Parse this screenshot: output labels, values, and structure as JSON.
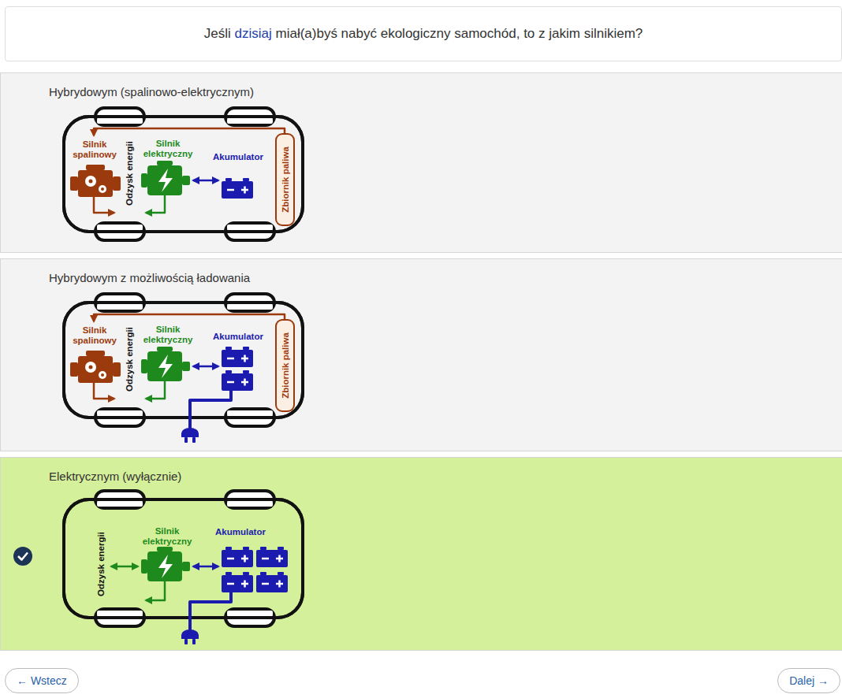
{
  "diagram": {
    "nodes": [
      {
        "text": [
          "Jeśli",
          "dzisiaj",
          "miał(a)byś nabyć ekologiczny samochód, to z jakim silnikiem?"
        ]
      },
      {
        "text": [
          "Hybrydowym (spalinowo-elektrycznym)"
        ]
      },
      {
        "text": [
          "Zbiornik paliwa"
        ],
        "in": 1
      },
      {
        "text": [
          "Hybrydowym z możliwością ładowania"
        ]
      },
      {
        "text": [
          "Zbiornik paliwa"
        ],
        "in": 3
      },
      {
        "text": [
          "Elektrycznym (wyłącznie)"
        ]
      },
      {
        "text": [
          "← Wstecz"
        ]
      },
      {
        "text": [
          "Dalej →"
        ]
      }
    ],
    "labels": [
      "Silnik spalinowy",
      "Odzysk energii",
      "Silnik elektryczny",
      "Akumulator",
      "Silnik spalinowy",
      "Odzysk energii",
      "Silnik elektryczny",
      "Akumulator",
      "Odzysk energii",
      "Silnik elektryczny",
      "Akumulator"
    ]
  }
}
